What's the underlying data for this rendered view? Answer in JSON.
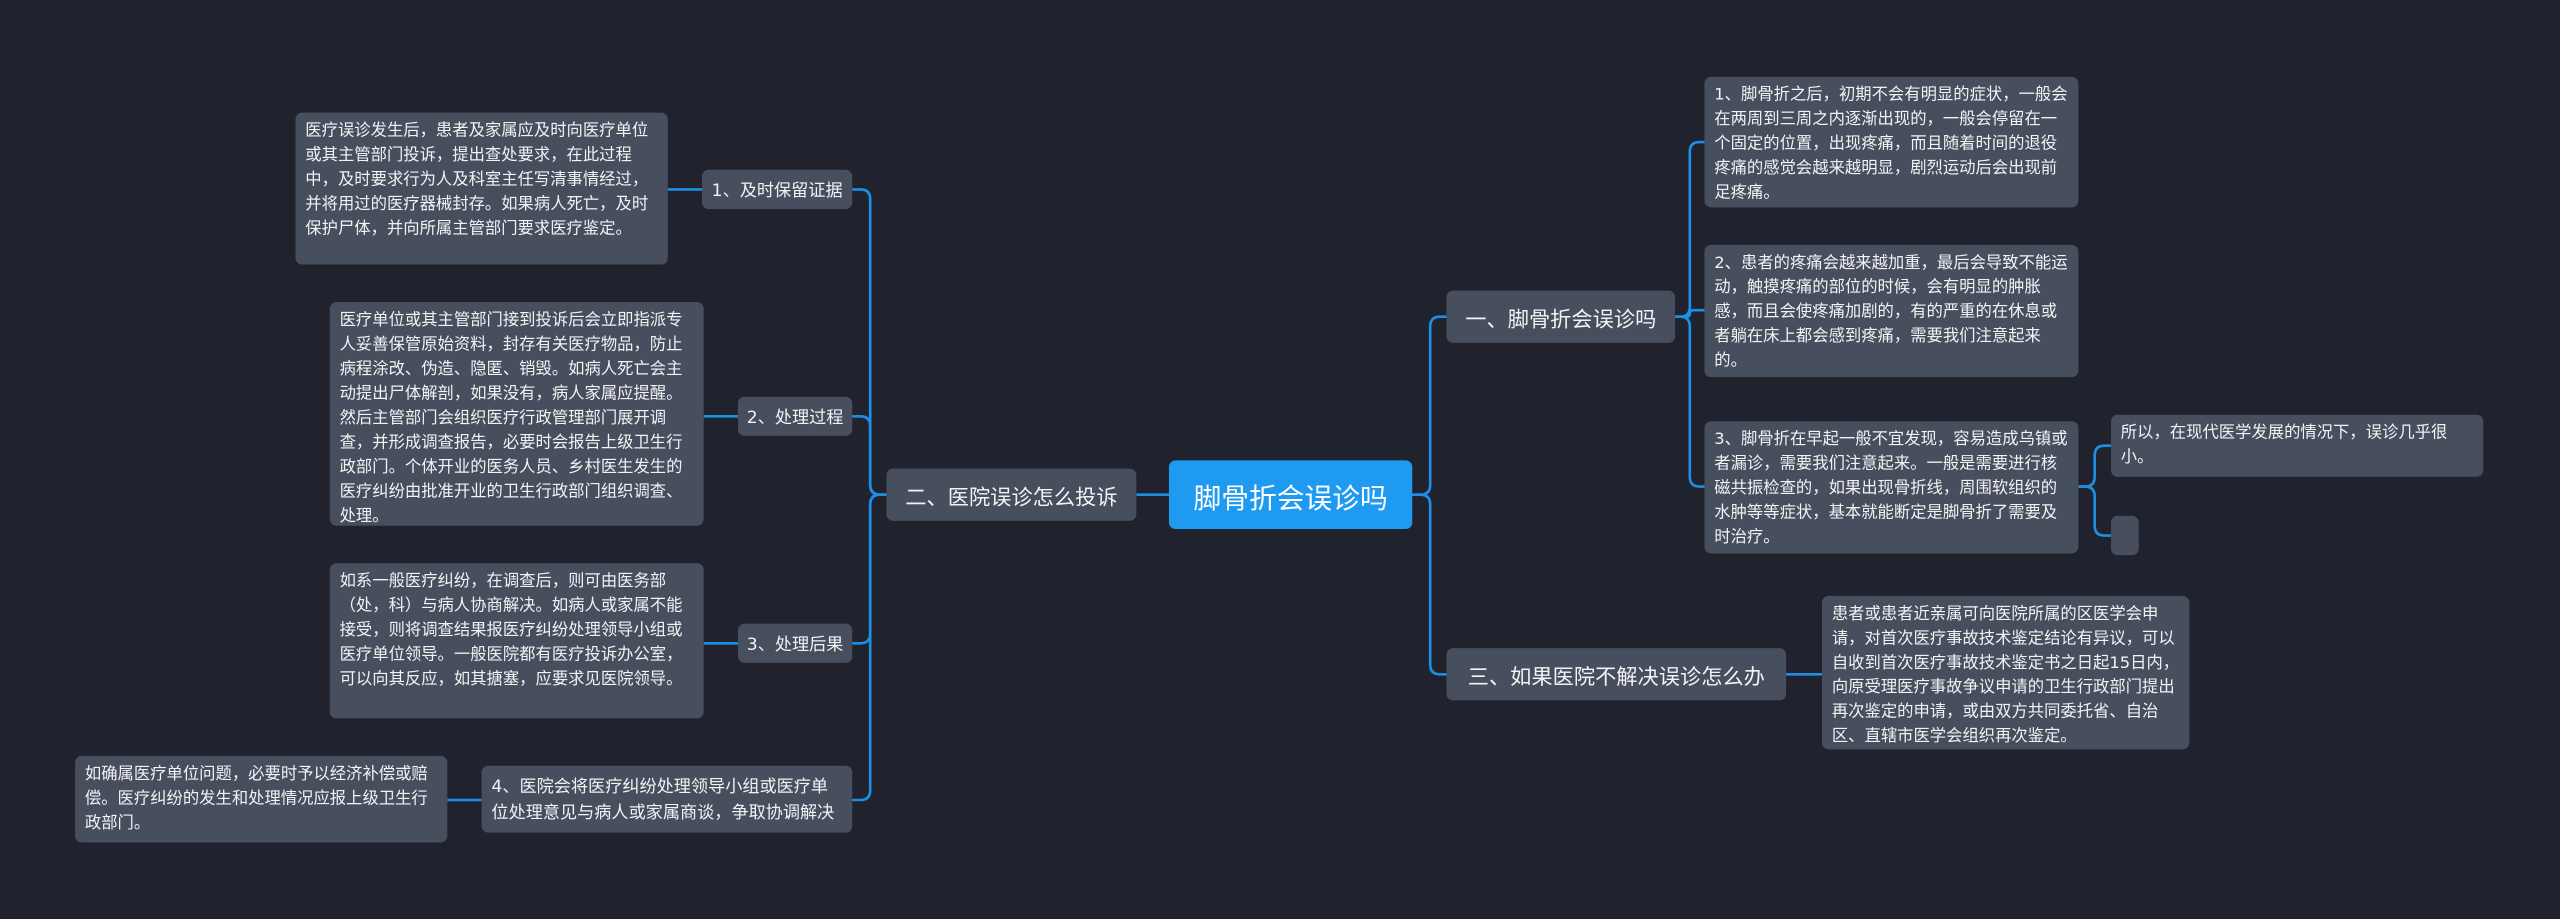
{
  "root": {
    "title": "脚骨折会误诊吗"
  },
  "left": {
    "branch": "二、医院误诊怎么投诉",
    "items": [
      {
        "label": "1、及时保留证据",
        "detail": "医疗误诊发生后，患者及家属应及时向医疗单位或其主管部门投诉，提出查处要求，在此过程中，及时要求行为人及科室主任写清事情经过，并将用过的医疗器械封存。如果病人死亡，及时保护尸体，并向所属主管部门要求医疗鉴定。"
      },
      {
        "label": "2、处理过程",
        "detail": "医疗单位或其主管部门接到投诉后会立即指派专人妥善保管原始资料，封存有关医疗物品，防止病程涂改、伪造、隐匿、销毁。如病人死亡会主动提出尸体解剖，如果没有，病人家属应提醒。然后主管部门会组织医疗行政管理部门展开调查，并形成调查报告，必要时会报告上级卫生行政部门。个体开业的医务人员、乡村医生发生的医疗纠纷由批准开业的卫生行政部门组织调查、处理。"
      },
      {
        "label": "3、处理后果",
        "detail": "如系一般医疗纠纷，在调查后，则可由医务部（处，科）与病人协商解决。如病人或家属不能接受，则将调查结果报医疗纠纷处理领导小组或医疗单位领导。一般医院都有医疗投诉办公室，可以向其反应，如其搪塞，应要求见医院领导。"
      },
      {
        "label": "4、医院会将医疗纠纷处理领导小组或医疗单位处理意见与病人或家属商谈，争取协调解决",
        "detail": "如确属医疗单位问题，必要时予以经济补偿或赔偿。医疗纠纷的发生和处理情况应报上级卫生行政部门。"
      }
    ]
  },
  "right": {
    "branch1": {
      "label": "一、脚骨折会误诊吗",
      "items": [
        "1、脚骨折之后，初期不会有明显的症状，一般会在两周到三周之内逐渐出现的，一般会停留在一个固定的位置，出现疼痛，而且随着时间的退役疼痛的感觉会越来越明显，剧烈运动后会出现前足疼痛。",
        "2、患者的疼痛会越来越加重，最后会导致不能运动，触摸疼痛的部位的时候，会有明显的肿胀感，而且会使疼痛加剧的，有的严重的在休息或者躺在床上都会感到疼痛，需要我们注意起来的。",
        "3、脚骨折在早起一般不宜发现，容易造成乌镇或者漏诊，需要我们注意起来。一般是需要进行核磁共振检查的，如果出现骨折线，周围软组织的水肿等等症状，基本就能断定是脚骨折了需要及时治疗。"
      ],
      "sub": "所以，在现代医学发展的情况下，误诊几乎很小。",
      "empty": ""
    },
    "branch3": {
      "label": "三、如果医院不解决误诊怎么办",
      "detail": "患者或患者近亲属可向医院所属的区医学会申请，对首次医疗事故技术鉴定结论有异议，可以自收到首次医疗事故技术鉴定书之日起15日内，向原受理医疗事故争议申请的卫生行政部门提出再次鉴定的申请，或由双方共同委托省、自治区、直辖市医学会组织再次鉴定。"
    }
  },
  "colors": {
    "connector": "#1e8fe6",
    "root": "#1e9af0",
    "node": "#474e5d",
    "background": "#20232e"
  }
}
